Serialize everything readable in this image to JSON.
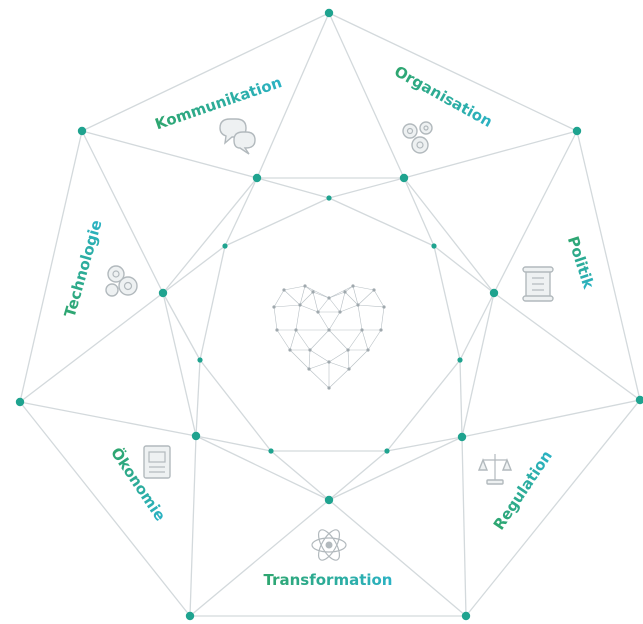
{
  "colors": {
    "green": "#2ea66f",
    "teal": "#2bb2c4",
    "node": "#1fa38f",
    "edge": "#d3d9dc",
    "icon": "#b2b9bd"
  },
  "center": {
    "icon": "network-heart-icon"
  },
  "categories": [
    {
      "key": "kommunikation",
      "label": "Kommunikation",
      "icon": "chat-bubbles-icon"
    },
    {
      "key": "organisation",
      "label": "Organisation",
      "icon": "gears-icon"
    },
    {
      "key": "technologie",
      "label": "Technologie",
      "icon": "cogs-icon"
    },
    {
      "key": "politik",
      "label": "Politik",
      "icon": "scroll-icon"
    },
    {
      "key": "oekonomie",
      "label": "Ökonomie",
      "icon": "document-chart-icon"
    },
    {
      "key": "regulation",
      "label": "Regulation",
      "icon": "scales-icon"
    },
    {
      "key": "transformation",
      "label": "Transformation",
      "icon": "atom-icon"
    }
  ]
}
